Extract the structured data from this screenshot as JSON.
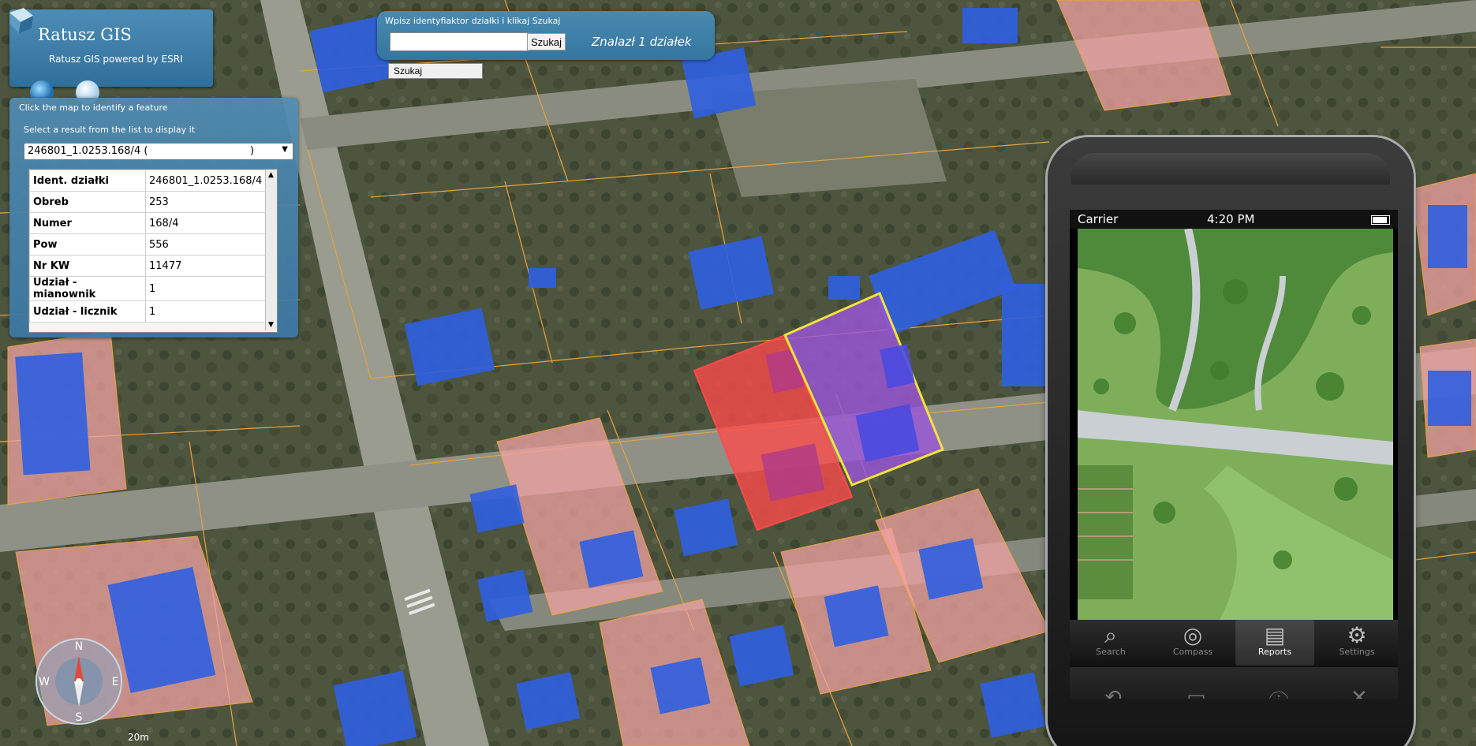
{
  "app": {
    "title": "Ratusz GIS",
    "subtitle": "Ratusz GIS powered by ESRI",
    "icons": [
      "globe-icon",
      "info-icon"
    ]
  },
  "search": {
    "label": "Wpisz identyfiaktor działki i klikaj Szukaj",
    "input_value": "",
    "button_label": "Szukaj",
    "result_text": "Znalazł 1 działek",
    "secondary_button_label": "Szukaj"
  },
  "identify": {
    "hint": "Click the map to identify a feature",
    "select_prompt": "Select a result from the list to display it",
    "selected_result": "246801_1.0253.168/4 (",
    "selected_result_tail": ")",
    "attributes": [
      {
        "key": "Ident. działki",
        "value": "246801_1.0253.168/4"
      },
      {
        "key": "Obreb",
        "value": "253"
      },
      {
        "key": "Numer",
        "value": "168/4"
      },
      {
        "key": "Pow",
        "value": "556"
      },
      {
        "key": "Nr KW",
        "value": "11477"
      },
      {
        "key": "Udział - mianownik",
        "value": "1"
      },
      {
        "key": "Udział - licznik",
        "value": "1"
      }
    ]
  },
  "compass": {
    "n": "N",
    "e": "E",
    "s": "S",
    "w": "W"
  },
  "scale_label": "20m",
  "phone": {
    "carrier": "Carrier",
    "time": "4:20 PM",
    "tabs": [
      {
        "label": "Search",
        "icon": "search-icon"
      },
      {
        "label": "Compass",
        "icon": "compass-icon"
      },
      {
        "label": "Reports",
        "icon": "reports-icon"
      },
      {
        "label": "Settings",
        "icon": "gear-icon"
      }
    ],
    "toolbar_icons": [
      "refresh-icon",
      "layers-icon",
      "info-icon",
      "close-icon"
    ]
  },
  "colors": {
    "parcel_outline": "#e8a23c",
    "highlight_red": "#ff4a4a",
    "highlight_purple": "#9a55d8",
    "selection_outline": "#f2e23c",
    "zone_pink": "#f1a3a3",
    "building_blue": "#2f5fe0",
    "panel_blue": "#3f7ea8"
  }
}
